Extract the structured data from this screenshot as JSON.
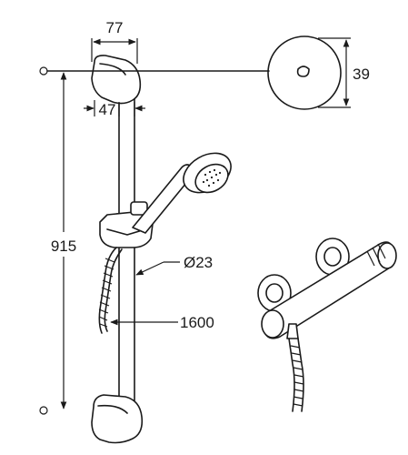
{
  "dimensions": {
    "bracket_width": "77",
    "bar_offset": "47",
    "disc_height": "39",
    "bar_length": "915",
    "bar_diameter": "Ø23",
    "hose_length": "1600"
  }
}
